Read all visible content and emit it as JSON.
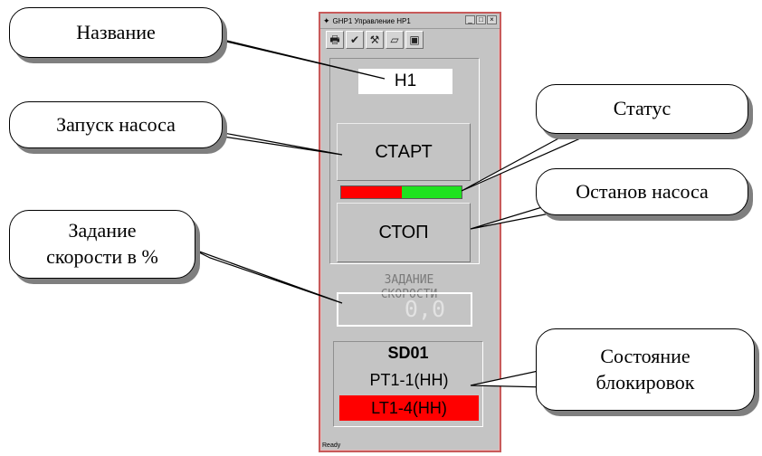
{
  "window": {
    "title": "GHP1 Управление НР1",
    "status_text": "Ready"
  },
  "toolbar": {
    "buttons": [
      {
        "icon": "printer-icon",
        "glyph": "🖶"
      },
      {
        "icon": "check-icon",
        "glyph": "✔"
      },
      {
        "icon": "tool-icon",
        "glyph": "⚒"
      },
      {
        "icon": "folder-icon",
        "glyph": "▱"
      },
      {
        "icon": "monitor-icon",
        "glyph": "▣"
      }
    ]
  },
  "pump": {
    "name": "Н1",
    "start_label": "СТАРТ",
    "stop_label": "СТОП",
    "status_colors": [
      "#ff0000",
      "#1fe21f"
    ]
  },
  "speed": {
    "label_line1": "ЗАДАНИЕ",
    "label_line2": "СКОРОСТИ",
    "value": "0,0"
  },
  "interlocks": {
    "title": "SD01",
    "items": [
      {
        "label": "PT1-1(HH)",
        "active": false,
        "color": "#c4c4c4"
      },
      {
        "label": "LT1-4(HH)",
        "active": true,
        "color": "#ff0000"
      }
    ]
  },
  "callouts": {
    "name": "Название",
    "start": "Запуск насоса",
    "status": "Статус",
    "stop": "Останов насоса",
    "speed_line1": "Задание",
    "speed_line2": "скорости в %",
    "locks_line1": "Состояние",
    "locks_line2": "блокировок"
  }
}
